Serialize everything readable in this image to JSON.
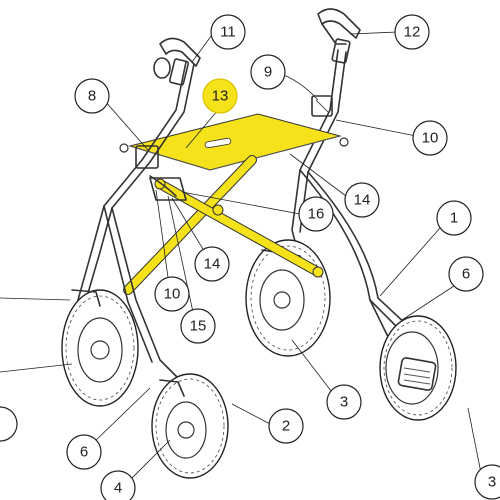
{
  "diagram": {
    "highlight_color": "#f5e21a",
    "line_color": "#222222",
    "callouts": [
      {
        "id": "c11",
        "label": "11"
      },
      {
        "id": "c12",
        "label": "12"
      },
      {
        "id": "c13",
        "label": "13",
        "highlight": true
      },
      {
        "id": "c9",
        "label": "9"
      },
      {
        "id": "c8",
        "label": "8"
      },
      {
        "id": "c10a",
        "label": "10"
      },
      {
        "id": "c14a",
        "label": "14"
      },
      {
        "id": "c16",
        "label": "16"
      },
      {
        "id": "c1",
        "label": "1"
      },
      {
        "id": "c14b",
        "label": "14"
      },
      {
        "id": "c10b",
        "label": "10"
      },
      {
        "id": "c6a",
        "label": "6"
      },
      {
        "id": "c15",
        "label": "15"
      },
      {
        "id": "c3a",
        "label": "3"
      },
      {
        "id": "c2",
        "label": "2"
      },
      {
        "id": "c6b",
        "label": "6"
      },
      {
        "id": "c4",
        "label": "4"
      },
      {
        "id": "c3b",
        "label": "3"
      }
    ]
  }
}
